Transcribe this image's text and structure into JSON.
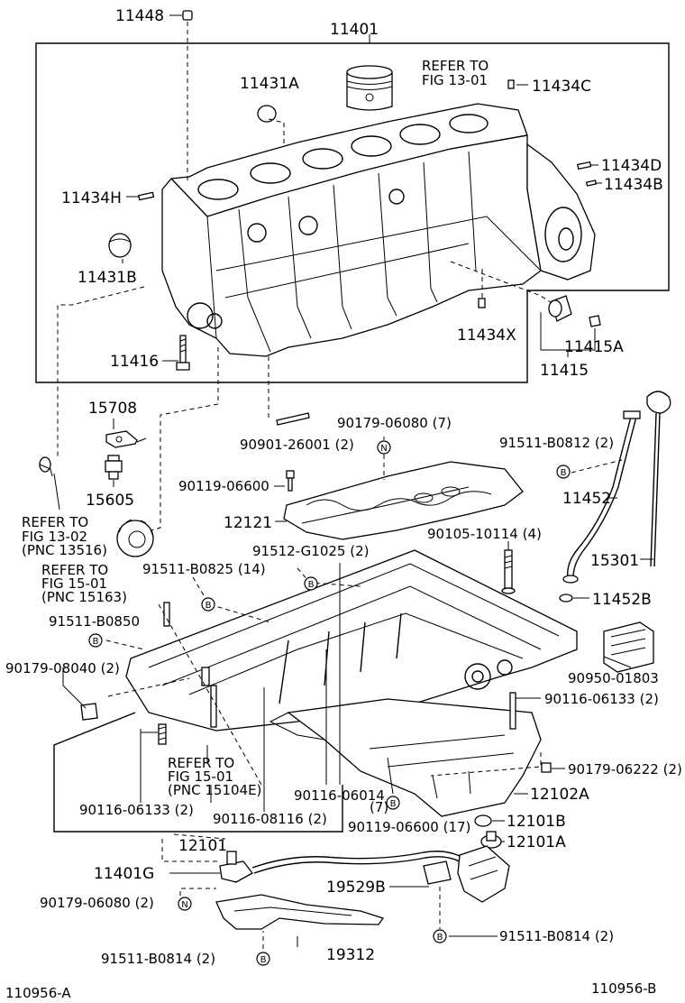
{
  "labels": {
    "p11448": "11448",
    "p11401": "11401",
    "p11431A": "11431A",
    "refer1301_a": "REFER TO",
    "refer1301_b": "FIG 13-01",
    "p11434C": "11434C",
    "p11434D": "11434D",
    "p11434B": "11434B",
    "p11434H": "11434H",
    "p11431B": "11431B",
    "p11434X": "11434X",
    "p11415A": "11415A",
    "p11415": "11415",
    "p11416": "11416",
    "p15708": "15708",
    "p90901": "90901-26001 (2)",
    "p90179_06080_7": "90179-06080 (7)",
    "p91511_B0812": "91511-B0812 (2)",
    "p15605": "15605",
    "p90119_06600": "90119-06600",
    "p11452": "11452",
    "p12121": "12121",
    "p90105": "90105-10114 (4)",
    "ref1302_a": "REFER TO",
    "ref1302_b": "FIG 13-02",
    "ref1302_c": "(PNC 13516)",
    "ref1501_a": "REFER TO",
    "ref1501_b": "FIG 15-01",
    "ref1501_c": "(PNC 15163)",
    "p91511_B0825": "91511-B0825 (14)",
    "p91512": "91512-G1025 (2)",
    "p15301": "15301",
    "p11452B": "11452B",
    "p91511_B0850": "91511-B0850",
    "p90179_08040": "90179-08040 (2)",
    "p90950": "90950-01803",
    "p90116_06133_r": "90116-06133 (2)",
    "p90179_06222": "90179-06222 (2)",
    "ref15104_a": "REFER TO",
    "ref15104_b": "FIG 15-01",
    "ref15104_c": "(PNC 15104E)",
    "p90116_06014": "90116-06014",
    "p90116_06014_q": "(7)",
    "p12102A": "12102A",
    "p90116_06133_l": "90116-06133 (2)",
    "p90116_08116": "90116-08116 (2)",
    "p90119_06600_17": "90119-06600 (17)",
    "p12101B": "12101B",
    "p12101": "12101",
    "p12101A": "12101A",
    "p11401G": "11401G",
    "p19529B": "19529B",
    "p90179_06080_2": "90179-06080 (2)",
    "p91511_B0814_r": "91511-B0814 (2)",
    "p19312": "19312",
    "p91511_B0814_l": "91511-B0814 (2)",
    "fig_id_left": "110956-A",
    "fig_id_right": "110956-B"
  },
  "badges": {
    "N": "N",
    "B": "B"
  },
  "icons": [
    "cylinder-block-icon",
    "piston-icon",
    "oil-pan-icon",
    "oil-strainer-icon",
    "dipstick-icon",
    "oil-level-sensor-icon",
    "bolt-icon",
    "plug-icon"
  ]
}
